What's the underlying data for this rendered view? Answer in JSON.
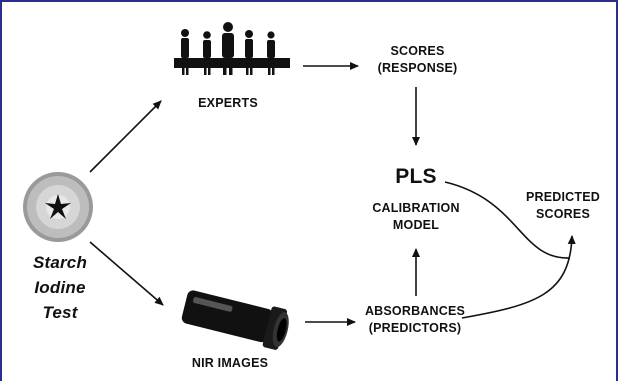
{
  "labels": {
    "experts": "EXPERTS",
    "scores_line1": "SCORES",
    "scores_line2": "(RESPONSE)",
    "pls": "PLS",
    "calibration_line1": "CALIBRATION",
    "calibration_line2": "MODEL",
    "predicted_line1": "PREDICTED",
    "predicted_line2": "SCORES",
    "absorbances_line1": "ABSORBANCES",
    "absorbances_line2": "(PREDICTORS)",
    "nir_images": "NIR IMAGES",
    "starch_line1": "Starch",
    "starch_line2": "Iodine",
    "starch_line3": "Test"
  },
  "icons": [
    "experts-people-icon",
    "apple-slice-icon",
    "nir-camera-icon"
  ],
  "colors": {
    "frame": "#2a2f8f",
    "ink": "#111111"
  }
}
